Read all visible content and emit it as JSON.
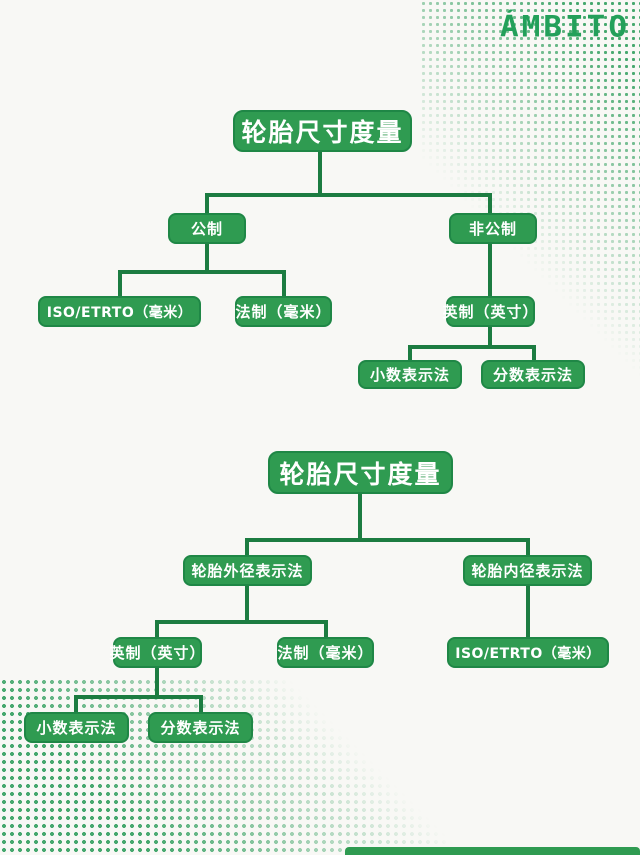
{
  "logo": {
    "text": "ÁMBITO"
  },
  "colors": {
    "node": "#2f9b51",
    "node_border": "#1f8746",
    "line": "#1c7c41",
    "logo": "#23a05a",
    "dots": "#46a86e",
    "background": "#f8f8f5"
  },
  "tree_top": {
    "root": "轮胎尺寸度量",
    "metric": "公制",
    "non_metric": "非公制",
    "iso_etrto": "ISO/ETRTO（毫米）",
    "french": "法制（毫米）",
    "imperial": "英制（英寸）",
    "decimal": "小数表示法",
    "fraction": "分数表示法"
  },
  "tree_bottom": {
    "root": "轮胎尺寸度量",
    "outer_diameter": "轮胎外径表示法",
    "inner_diameter": "轮胎内径表示法",
    "imperial": "英制（英寸）",
    "french": "法制（毫米）",
    "iso_etrto": "ISO/ETRTO（毫米）",
    "decimal": "小数表示法",
    "fraction": "分数表示法"
  }
}
